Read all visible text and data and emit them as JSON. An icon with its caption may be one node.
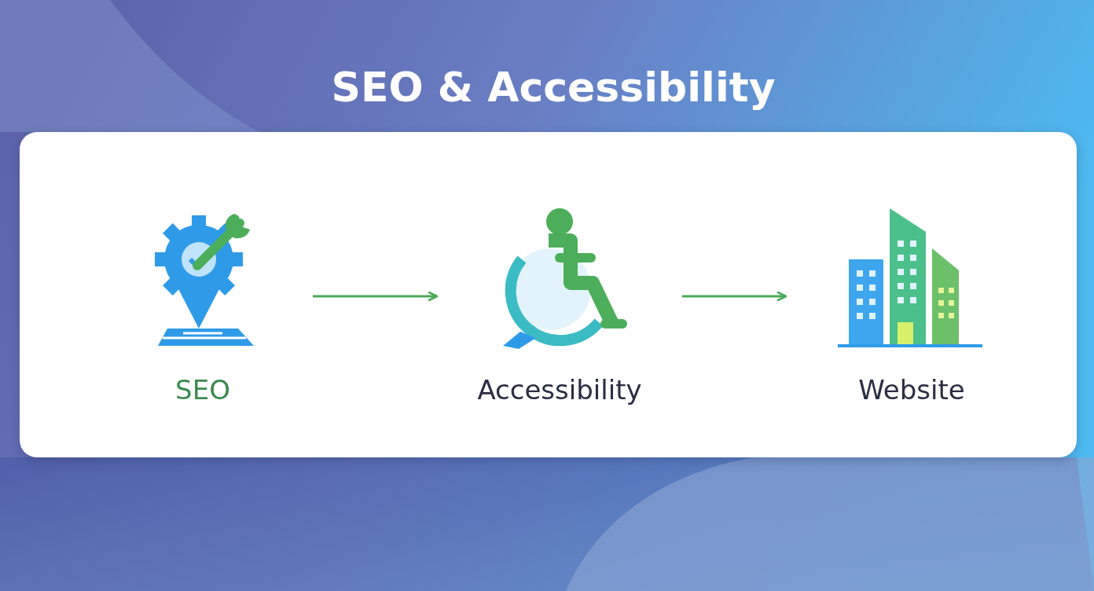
{
  "diagram": {
    "title": "SEO & Accessibility",
    "nodes": [
      {
        "text": [
          "SEO"
        ]
      },
      {
        "text": [
          "Accessibility"
        ]
      },
      {
        "text": [
          "Website"
        ]
      }
    ],
    "edges": [
      {
        "from": 0,
        "to": 1,
        "arrow": "to"
      },
      {
        "from": 1,
        "to": 2,
        "arrow": "to"
      }
    ]
  }
}
